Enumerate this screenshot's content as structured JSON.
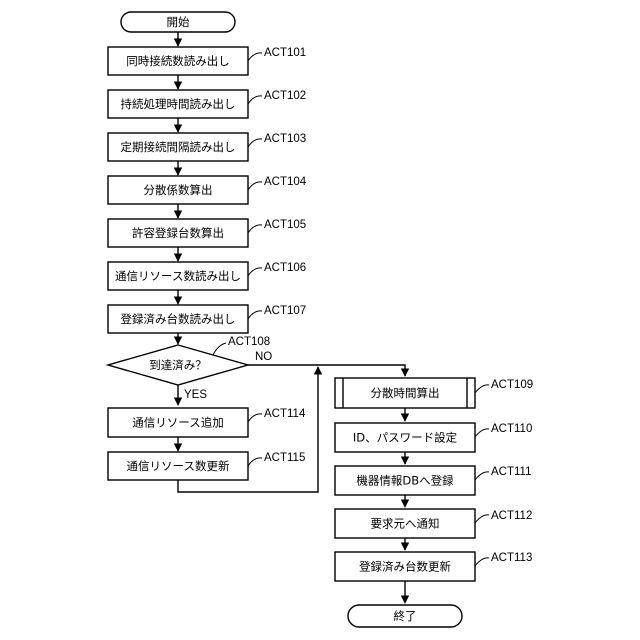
{
  "nodes": {
    "start": "開始",
    "act101": "同時接続数読み出し",
    "act102": "持続処理時間読み出し",
    "act103": "定期接続間隔読み出し",
    "act104": "分散係数算出",
    "act105": "許容登録台数算出",
    "act106": "通信リソース数読み出し",
    "act107": "登録済み台数読み出し",
    "act108": "到達済み？",
    "act114": "通信リソース追加",
    "act115": "通信リソース数更新",
    "act109": "分散時間算出",
    "act110": "ID、パスワード設定",
    "act111": "機器情報DBへ登録",
    "act112": "要求元へ通知",
    "act113": "登録済み台数更新",
    "end": "終了"
  },
  "step_labels": {
    "act101": "ACT101",
    "act102": "ACT102",
    "act103": "ACT103",
    "act104": "ACT104",
    "act105": "ACT105",
    "act106": "ACT106",
    "act107": "ACT107",
    "act108": "ACT108",
    "act109": "ACT109",
    "act110": "ACT110",
    "act111": "ACT111",
    "act112": "ACT112",
    "act113": "ACT113",
    "act114": "ACT114",
    "act115": "ACT115"
  },
  "branches": {
    "yes": "YES",
    "no": "NO"
  }
}
